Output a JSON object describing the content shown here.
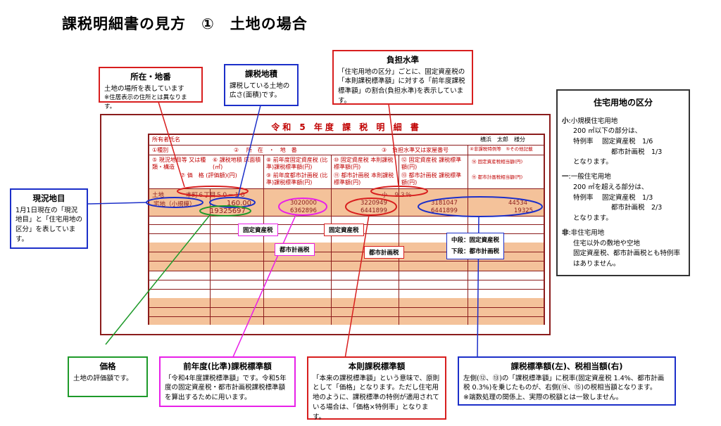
{
  "title": "課税明細書の見方　①　土地の場合",
  "callouts": {
    "location": {
      "title": "所在・地番",
      "body": "土地の場所を表しています",
      "note": "※住居表示の住所とは異なります。"
    },
    "area": {
      "title": "課税地積",
      "body": "課税している土地の広さ(面積)です。"
    },
    "burden": {
      "title": "負担水準",
      "body": "「住宅用地の区分」ごとに、固定資産税の「本則課税標準額」に対する「前年度課税標準額」の割合(負担水準)を表示しています。"
    },
    "current": {
      "title": "現況地目",
      "body": "1月1日現在の「現況地目」と「住宅用地の区分」を表しています。"
    },
    "price": {
      "title": "価格",
      "body": "土地の評価額です。"
    },
    "prev": {
      "title": "前年度(比準)課税標準額",
      "body": "「令和4年度課税標準額」です。令和5年度の固定資産税・都市計画税課税標準額を算出するために用います。"
    },
    "base": {
      "title": "本則課税標準額",
      "body": "「本来の課税標準額」という意味で、原則として「価格」となります。ただし住宅用地のように、課税標準の特例が適用されている場合は、「価格×特例率」となります。"
    },
    "taxbase": {
      "title": "課税標準額(左)、税相当額(右)",
      "body": "左側(⑫、⑬)の「課税標準額」に税率(固定資産税 1.4%、都市計画税 0.3%)を乗じたものが、右側(⑭、⑮)の税相当額となります。",
      "note": "※端数処理の関係上、実際の税額とは一致しません。"
    }
  },
  "side": {
    "title": "住宅用地の区分",
    "small_head": "小",
    "small_label": ":小規模住宅用地",
    "small_l1": "200 ㎡以下の部分は、",
    "small_l2": "特例率　 固定資産税　1/6",
    "small_l3": "都市計画税　1/3",
    "small_l4": "となります。",
    "gen_head": "一",
    "gen_label": ":一般住宅用地",
    "gen_l1": "200 ㎡を超える部分は、",
    "gen_l2": "特例率　 固定資産税　1/3",
    "gen_l3": "都市計画税　2/3",
    "gen_l4": "となります。",
    "non_head": "非",
    "non_label": ":非住宅用地",
    "non_l1": "住宅以外の敷地や空地",
    "non_l2": "固定資産税、都市計画税とも特例率はありません。"
  },
  "sheet": {
    "title": "令和 5 年度 課 税 明 細 書",
    "owner_label": "所有者氏名",
    "owner_name": "横浜　太郎　様分",
    "h_type": "①種別",
    "h_loc": "② 　所　在　・　地　番",
    "h_burden": "③　負担水準又は家屋番号",
    "h_sp": "④非課税特例等　⑤その他記載",
    "h5": "⑤ 現況地目等 又は種類・構造",
    "h6": "⑥ 課税地積 床面積(㎡)",
    "h7": "⑦ 価　格 (評価額)(円)",
    "h8": "⑧ 前年度固定資産税 (比準)課税標準額(円)",
    "h9": "⑨ 前年度都市計画税 (比準)課税標準額(円)",
    "h10": "⑩ 固定資産税 本則課税標準額(円)",
    "h11": "⑪ 都市計画税 本則課税標準額(円)",
    "h12": "⑫ 固定資産税 課税標準額(円)",
    "h13": "⑬ 都市計画税 課税標準額(円)",
    "h14": "⑭ 固定資産税相当額(円)",
    "h15": "⑮ 都市計画税相当額(円)",
    "type": "土地",
    "address": "本町６丁目５０－１０",
    "burden_val": "小　９３％",
    "land_use": "宅地（小規模）",
    "area": "160.00",
    "price": "19325697",
    "prev_fixed": "3020000",
    "prev_city": "6362896",
    "base_fixed": "3220949",
    "base_city": "6441899",
    "tax_fixed": "3181047",
    "tax_city": "6441899",
    "amt_fixed": "44534",
    "amt_city": "19325"
  },
  "tags": {
    "fixed1": "固定資産税",
    "fixed2": "固定資産税",
    "city1": "都市計画税",
    "city2": "都市計画税",
    "mid": "中段：固定資産税",
    "low": "下段：都市計画税"
  }
}
